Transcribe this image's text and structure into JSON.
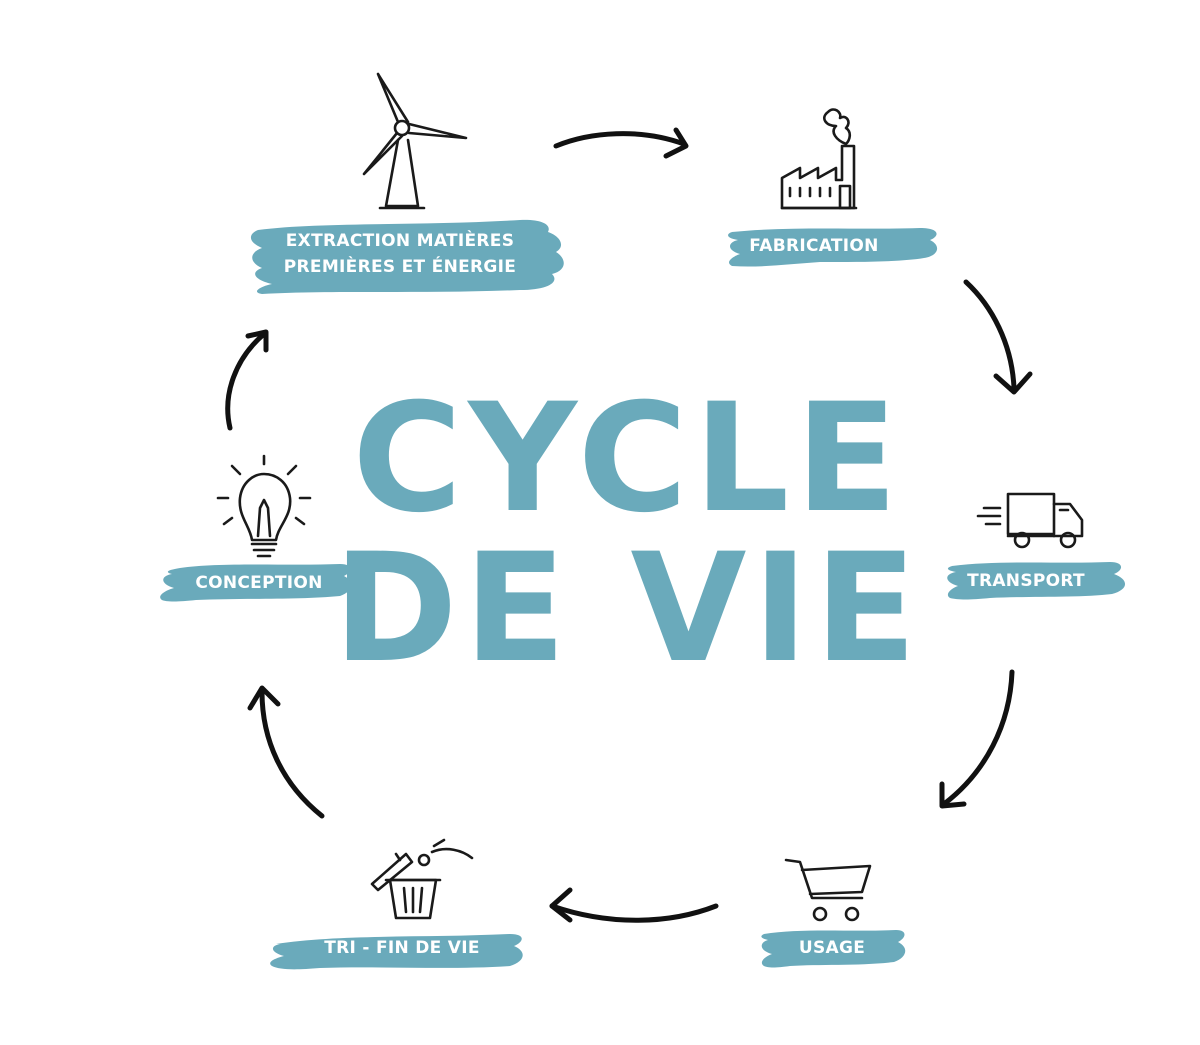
{
  "title": {
    "line1": "CYCLE",
    "line2": "DE VIE",
    "color": "#6aaabb"
  },
  "accent_color": "#6aaabb",
  "stages": [
    {
      "id": "extraction",
      "line1": "EXTRACTION MATIÈRES",
      "line2": "PREMIÈRES ET ÉNERGIE",
      "icon": "wind-turbine-icon"
    },
    {
      "id": "fabrication",
      "line1": "FABRICATION",
      "icon": "factory-icon"
    },
    {
      "id": "transport",
      "line1": "TRANSPORT",
      "icon": "delivery-truck-icon"
    },
    {
      "id": "usage",
      "line1": "USAGE",
      "icon": "shopping-cart-icon"
    },
    {
      "id": "tri",
      "line1": "TRI - FIN DE VIE",
      "icon": "trash-bin-icon"
    },
    {
      "id": "conception",
      "line1": "CONCEPTION",
      "icon": "light-bulb-icon"
    }
  ]
}
